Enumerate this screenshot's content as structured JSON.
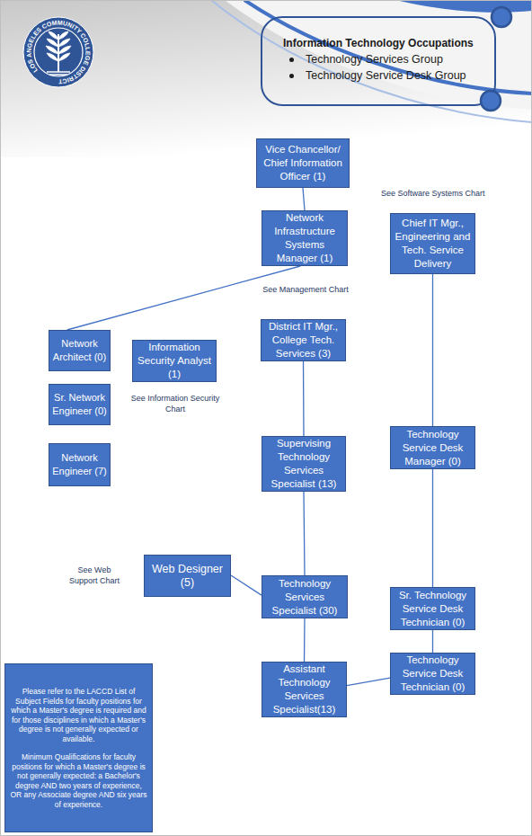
{
  "diagram": {
    "nodes": [
      {
        "text": [
          "Information Technology Occupations",
          "Technology Services Group",
          "Technology Service Desk Group"
        ]
      },
      {
        "text": [
          "Vice Chancellor/ Chief Information Officer (1)"
        ]
      },
      {
        "text": [
          "Network Infrastructure Systems Manager (1)"
        ]
      },
      {
        "text": [
          "Chief IT Mgr., Engineering and Tech. Service Delivery"
        ]
      },
      {
        "text": [
          "District IT Mgr., College Tech. Services (3)"
        ]
      },
      {
        "text": [
          "Network Architect (0)"
        ]
      },
      {
        "text": [
          "Information Security Analyst (1)"
        ]
      },
      {
        "text": [
          "Sr. Network Engineer (0)"
        ]
      },
      {
        "text": [
          "Supervising Technology Services Specialist (13)"
        ]
      },
      {
        "text": [
          "Technology Service Desk Manager (0)"
        ]
      },
      {
        "text": [
          "Network Engineer (7)"
        ]
      },
      {
        "text": [
          "Web Designer (5)"
        ]
      },
      {
        "text": [
          "Technology Services Specialist (30)"
        ]
      },
      {
        "text": [
          "Sr. Technology Service Desk Technician (0)"
        ]
      },
      {
        "text": [
          "Please refer to the LACCD List of Subject Fields for faculty positions for which a Master's degree is required and for those disciplines in which a Master's degree is not generally expected or available.",
          "Minimum Qualifications for faculty positions for which a Master's degree is not generally expected: a Bachelor's degree AND two years of experience, OR any Associate degree AND six years of experience."
        ]
      },
      {
        "text": [
          "Assistant Technology Services Specialist(13)"
        ]
      },
      {
        "text": [
          "Technology Service Desk Technician (0)"
        ]
      }
    ],
    "edges": [
      {
        "from": 1,
        "to": 2,
        "arrow": "none"
      },
      {
        "from": 2,
        "to": 5,
        "arrow": "none"
      },
      {
        "from": 3,
        "to": 9,
        "arrow": "none"
      },
      {
        "from": 4,
        "to": 8,
        "arrow": "none"
      },
      {
        "from": 8,
        "to": 12,
        "arrow": "none"
      },
      {
        "from": 11,
        "to": 12,
        "arrow": "none"
      },
      {
        "from": 12,
        "to": 15,
        "arrow": "none"
      },
      {
        "from": 9,
        "to": 13,
        "arrow": "none"
      },
      {
        "from": 13,
        "to": 16,
        "arrow": "none"
      },
      {
        "from": 16,
        "to": 15,
        "arrow": "none"
      }
    ],
    "labels": [
      "LOS ANGELES COMMUNITY COLLEGE DISTRICT",
      "See Software Systems Chart",
      "See Management Chart",
      "See Information Security Chart",
      "See Web Support Chart"
    ]
  }
}
